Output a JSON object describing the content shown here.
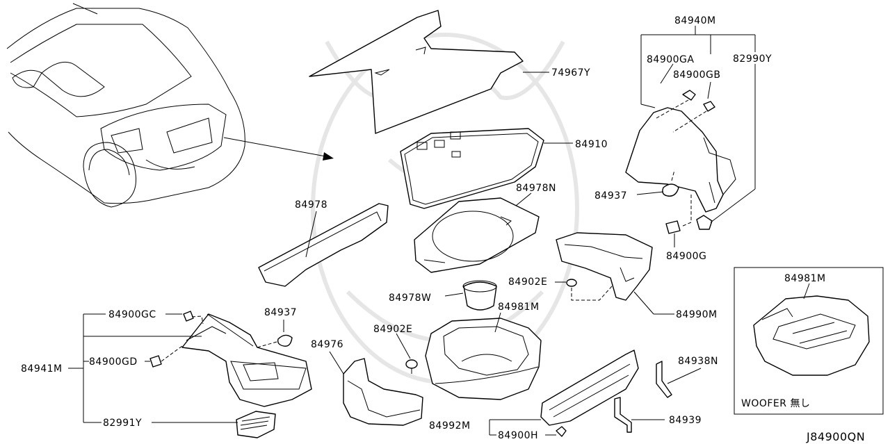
{
  "diagram_code": "J84900QN",
  "inset_note": "WOOFER 無し",
  "labels": {
    "p84940M": "84940M",
    "p84900GA": "84900GA",
    "p82990Y": "82990Y",
    "p84900GB": "84900GB",
    "p74967Y": "74967Y",
    "p84910": "84910",
    "p84978N": "84978N",
    "p84978": "84978",
    "p84937_top": "84937",
    "p84900G": "84900G",
    "p84902E_right": "84902E",
    "p84978W": "84978W",
    "p84990M": "84990M",
    "p84981M_inset": "84981M",
    "p84900GC": "84900GC",
    "p84937_left": "84937",
    "p84981M": "84981M",
    "p84941M": "84941M",
    "p84900GD": "84900GD",
    "p84976": "84976",
    "p84902E_left": "84902E",
    "p84938N": "84938N",
    "p82991Y": "82991Y",
    "p84992M": "84992M",
    "p84939": "84939",
    "p84900H": "84900H"
  }
}
